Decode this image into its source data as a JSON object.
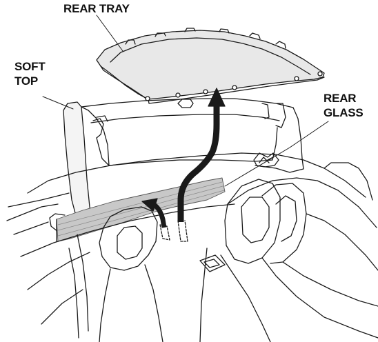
{
  "labels": {
    "rear_tray": "REAR TRAY",
    "soft_top_line1": "SOFT",
    "soft_top_line2": "TOP",
    "rear_glass_line1": "REAR",
    "rear_glass_line2": "GLASS"
  },
  "colors": {
    "line": "#1a1a1a",
    "glass_shade": "#c8c8c8",
    "tray_fill": "#e6e6e6",
    "background": "#ffffff"
  }
}
